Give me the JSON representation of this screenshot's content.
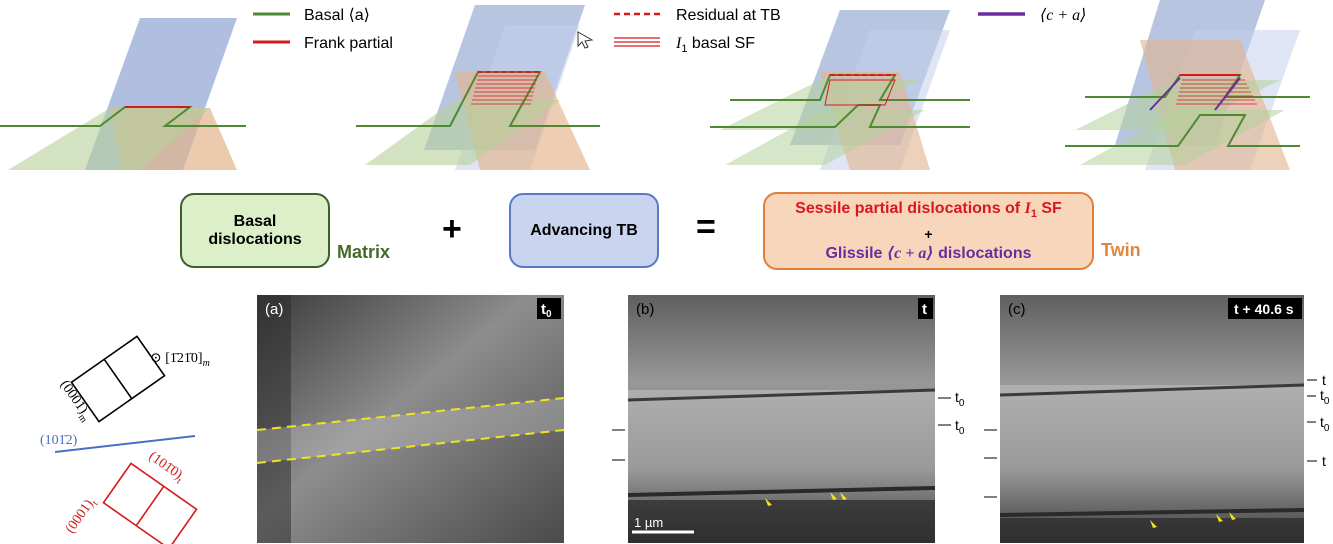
{
  "legend": {
    "basal_a": "Basal ⟨a⟩",
    "frank_partial": "Frank partial",
    "residual_tb": "Residual at TB",
    "i1_sf_var": "I",
    "i1_sf_sub": "1",
    "i1_sf_rest": " basal SF",
    "c_plus_a": "⟨c + a⟩"
  },
  "colors": {
    "basal": "#4f8a32",
    "frank": "#d7191c",
    "ca": "#6a2c9e",
    "tb_plane": "#7c95c9",
    "matrix_plane": "#b5d19a",
    "twin_plane": "#e3b38c",
    "matrix_box_fill": "#dcefc8",
    "matrix_box_border": "#3e5e2b",
    "tb_box_fill": "#c9d4ef",
    "tb_box_border": "#5b78c2",
    "twin_box_fill": "#f8d6bb",
    "twin_box_border": "#e27e3a",
    "matrix_text": "#466a2a",
    "twin_text": "#e0873f"
  },
  "equation": {
    "box1_line1": "Basal",
    "box1_line2": "dislocations",
    "matrix_label": "Matrix",
    "plus": "+",
    "box2": "Advancing TB",
    "equals": "=",
    "box3_line1_text": "Sessile partial dislocations of ",
    "box3_line1_var": "I",
    "box3_line1_sub": "1",
    "box3_line1_end": " SF",
    "box3_plus": "+",
    "box3_line2_start": "Glissile ",
    "box3_line2_math": "⟨c + a⟩",
    "box3_line2_end": " dislocations",
    "twin_label": "Twin"
  },
  "orientation": {
    "matrix_plane": "(0001)",
    "matrix_sub": "m",
    "direction": "⊙ [1̄21̄0]",
    "direction_sub": "m",
    "twin_plane_label": "(101̄2)",
    "twin_basal": "(0001)",
    "twin_basal_sub": "t",
    "twin_prism": "(101̄0)",
    "twin_prism_sub": "t"
  },
  "panels": {
    "a": {
      "label": "(a)",
      "time": "t",
      "time_sub": "0"
    },
    "b": {
      "label": "(b)",
      "time": "t",
      "scalebar": "1 µm",
      "markers": [
        {
          "text": "t",
          "sub": "0"
        },
        {
          "text": "t",
          "sub": "0"
        }
      ]
    },
    "c": {
      "label": "(c)",
      "time": "t + 40.6 s",
      "markers": [
        {
          "text": "t",
          "sub": ""
        },
        {
          "text": "t",
          "sub": "0"
        },
        {
          "text": "t",
          "sub": "0"
        },
        {
          "text": "t",
          "sub": ""
        }
      ]
    }
  }
}
